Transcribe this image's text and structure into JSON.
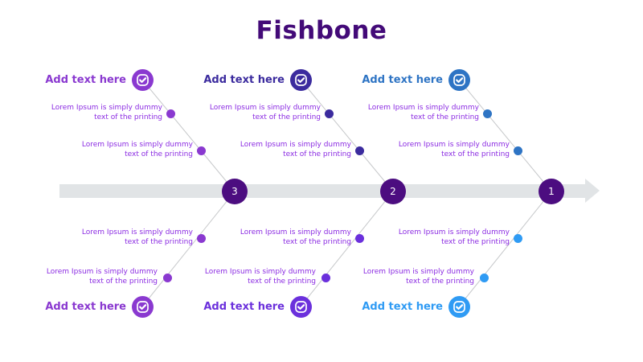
{
  "title": "Fishbone",
  "lorem": {
    "line1": "Lorem Ipsum is simply dummy",
    "line2": "text of the printing"
  },
  "colors": {
    "title": "#430A78",
    "spine_circle": "#4C0D80",
    "spine_bar": "#E1E4E6",
    "branch_line": "#C6C8CA",
    "lorem_text": "#8B2BE2",
    "accents": {
      "purple": "#8A39D0",
      "indigo": "#3B2B9E",
      "violet": "#6B30DC",
      "blue": "#2E74C4",
      "light_blue": "#2F9BF4"
    }
  },
  "branches": [
    {
      "number": "3",
      "top_label": "Add text here",
      "bottom_label": "Add text here",
      "top_accent": "purple",
      "bottom_accent": "purple"
    },
    {
      "number": "2",
      "top_label": "Add text here",
      "bottom_label": "Add text here",
      "top_accent": "indigo",
      "bottom_accent": "violet"
    },
    {
      "number": "1",
      "top_label": "Add text here",
      "bottom_label": "Add text here",
      "top_accent": "blue",
      "bottom_accent": "light_blue"
    }
  ]
}
